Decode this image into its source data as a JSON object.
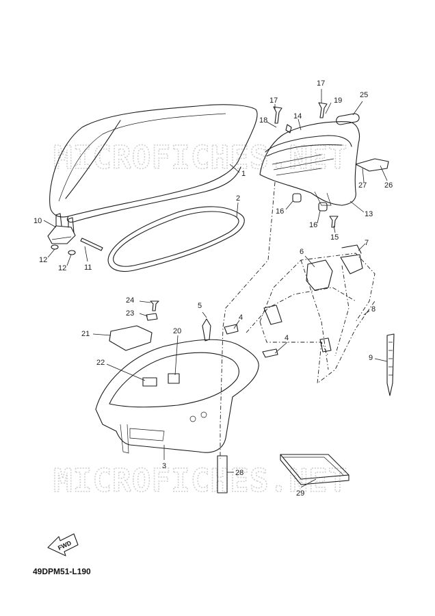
{
  "watermark": "MICROFICHES.NET",
  "diagram_code": "49DPM51-L190",
  "fwd_label": "FWD",
  "labels": {
    "p1": "1",
    "p2": "2",
    "p3": "3",
    "p4a": "4",
    "p4b": "4",
    "p5": "5",
    "p6": "6",
    "p7": "7",
    "p8": "8",
    "p9": "9",
    "p10": "10",
    "p11": "11",
    "p12a": "12",
    "p12b": "12",
    "p13": "13",
    "p14": "14",
    "p15": "15",
    "p16a": "16",
    "p16b": "16",
    "p17a": "17",
    "p17b": "17",
    "p18": "18",
    "p19": "19",
    "p20": "20",
    "p21": "21",
    "p22": "22",
    "p23": "23",
    "p24": "24",
    "p25": "25",
    "p26": "26",
    "p27": "27",
    "p28": "28",
    "p29": "29"
  }
}
